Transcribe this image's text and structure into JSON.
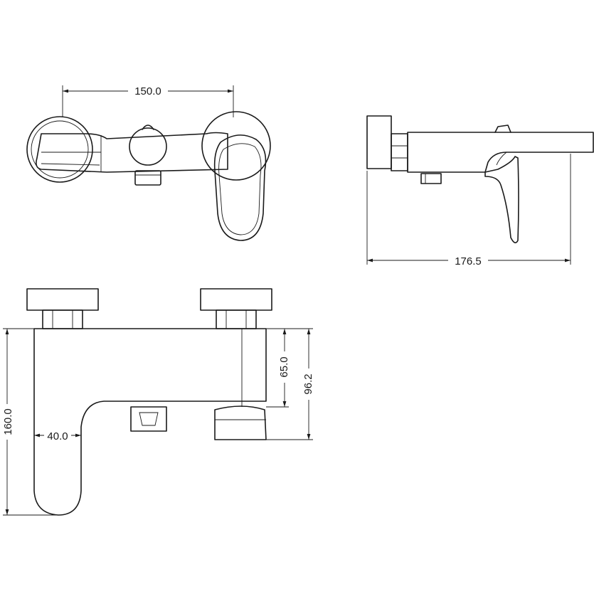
{
  "dimensions": {
    "top_width": "150.0",
    "side_depth": "176.5",
    "front_height_total": "160.0",
    "front_spout_width": "40.0",
    "front_outlet_height": "65.0",
    "front_diverter_height": "96.2"
  }
}
